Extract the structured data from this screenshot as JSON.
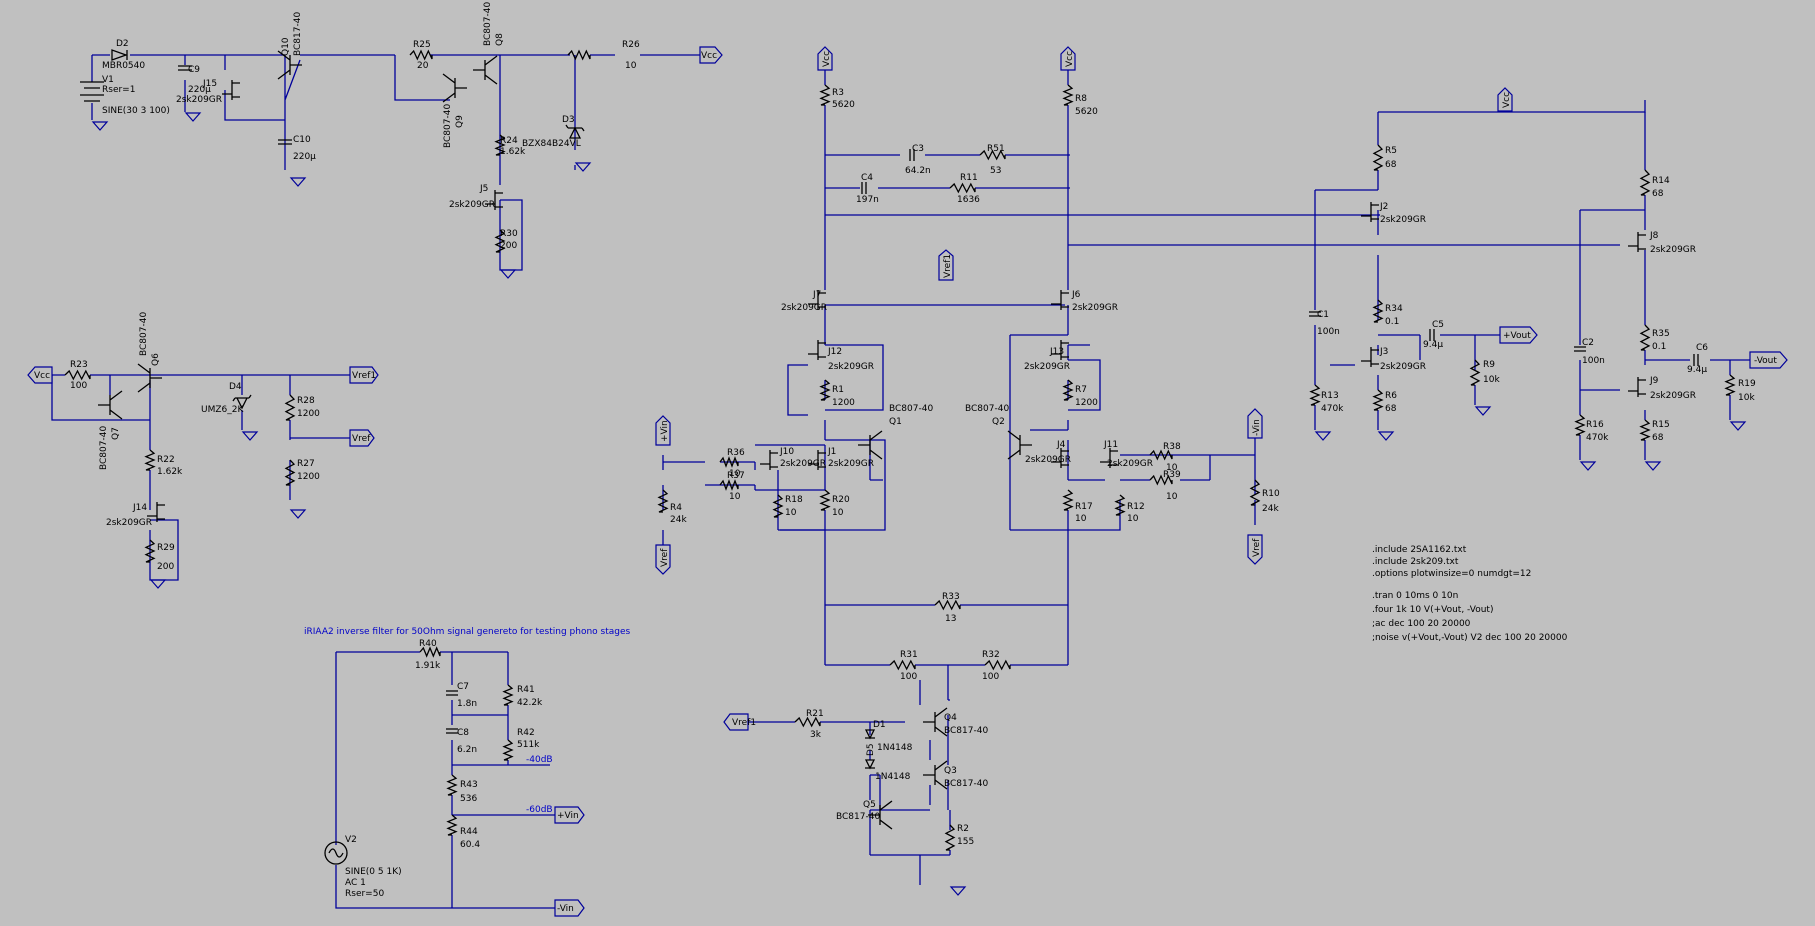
{
  "colors": {
    "background": "#c0c0c0",
    "wire": "#00009a",
    "component": "#000000",
    "annotation": "#0000c8"
  },
  "title_note": "iRIAA2 inverse filter for 50Ohm signal genereto for testing phono stages",
  "directives": [
    ".include 2SA1162.txt",
    ".include 2sk209.txt",
    ".options plotwinsize=0 numdgt=12",
    ".tran 0 10ms 0 10n",
    ".four 1k 10 V(+Vout, -Vout)",
    ";ac dec 100 20 20000",
    ";noise v(+Vout,-Vout) V2 dec 100 20 20000"
  ],
  "nets": {
    "vcc": "Vcc",
    "vref1": "Vref1",
    "vref": "Vref",
    "vin_p": "+Vin",
    "vin_n": "-Vin",
    "vout_p": "+Vout",
    "vout_n": "-Vout",
    "m40": "-40dB",
    "m60": "-60dB"
  },
  "parts": {
    "V1": {
      "ref": "V1",
      "rser": "Rser=1",
      "model": "SINE(30 3 100)"
    },
    "V2": {
      "ref": "V2",
      "model": "SINE(0 5 1K)",
      "ac": "AC 1",
      "rser": "Rser=50"
    },
    "D2": {
      "ref": "D2",
      "val": "MBR0540"
    },
    "D3": {
      "ref": "D3",
      "val": "BZX84B24VL"
    },
    "D4": {
      "ref": "D4",
      "val": "UMZ6_2K"
    },
    "D1": {
      "ref": "D1",
      "val": "1N4148"
    },
    "D5": {
      "ref": "D5",
      "val": "1N4148"
    },
    "C9": {
      "ref": "C9",
      "val": "220µ"
    },
    "C10": {
      "ref": "C10",
      "val": "220µ"
    },
    "C3": {
      "ref": "C3",
      "val": "64.2n"
    },
    "C4": {
      "ref": "C4",
      "val": "197n"
    },
    "C1": {
      "ref": "C1",
      "val": "100n"
    },
    "C2": {
      "ref": "C2",
      "val": "100n"
    },
    "C5": {
      "ref": "C5",
      "val": "9.4µ"
    },
    "C6": {
      "ref": "C6",
      "val": "9.4µ"
    },
    "C7": {
      "ref": "C7",
      "val": "1.8n"
    },
    "C8": {
      "ref": "C8",
      "val": "6.2n"
    },
    "Q10": {
      "ref": "Q10",
      "val": "BC817-40"
    },
    "Q8": {
      "ref": "Q8",
      "val": "BC807-40"
    },
    "Q9": {
      "ref": "Q9",
      "val": "BC807-40"
    },
    "Q6": {
      "ref": "Q6",
      "val": "BC807-40"
    },
    "Q7": {
      "ref": "Q7",
      "val": "BC807-40"
    },
    "Q1": {
      "ref": "Q1",
      "val": "BC807-40"
    },
    "Q2": {
      "ref": "Q2",
      "val": "BC807-40"
    },
    "Q3": {
      "ref": "Q3",
      "val": "BC817-40"
    },
    "Q4": {
      "ref": "Q4",
      "val": "BC817-40"
    },
    "Q5": {
      "ref": "Q5",
      "val": "BC817-40"
    },
    "J15": {
      "ref": "J15",
      "val": "2sk209GR"
    },
    "J5": {
      "ref": "J5",
      "val": "2sk209GR"
    },
    "J14": {
      "ref": "J14",
      "val": "2sk209GR"
    },
    "J7": {
      "ref": "J7",
      "val": "2sk209GR"
    },
    "J6": {
      "ref": "J6",
      "val": "2sk209GR"
    },
    "J12": {
      "ref": "J12",
      "val": "2sk209GR"
    },
    "J13": {
      "ref": "J13",
      "val": "2sk209GR"
    },
    "J10": {
      "ref": "J10",
      "val": "2sk209GR"
    },
    "J1": {
      "ref": "J1",
      "val": "2sk209GR"
    },
    "J4": {
      "ref": "J4",
      "val": "2sk209GR"
    },
    "J11": {
      "ref": "J11",
      "val": "2sk209GR"
    },
    "J2": {
      "ref": "J2",
      "val": "2sk209GR"
    },
    "J3": {
      "ref": "J3",
      "val": "2sk209GR"
    },
    "J8": {
      "ref": "J8",
      "val": "2sk209GR"
    },
    "J9": {
      "ref": "J9",
      "val": "2sk209GR"
    },
    "R25": {
      "ref": "R25",
      "val": "20"
    },
    "R26": {
      "ref": "R26",
      "val": "10"
    },
    "R24": {
      "ref": "R24",
      "val": "1.62k"
    },
    "R30": {
      "ref": "R30",
      "val": "200"
    },
    "R23": {
      "ref": "R23",
      "val": "100"
    },
    "R22": {
      "ref": "R22",
      "val": "1.62k"
    },
    "R29": {
      "ref": "R29",
      "val": "200"
    },
    "R28": {
      "ref": "R28",
      "val": "1200"
    },
    "R27": {
      "ref": "R27",
      "val": "1200"
    },
    "R3": {
      "ref": "R3",
      "val": "5620"
    },
    "R8": {
      "ref": "R8",
      "val": "5620"
    },
    "R51": {
      "ref": "R51",
      "val": "53"
    },
    "R11": {
      "ref": "R11",
      "val": "1636"
    },
    "R1": {
      "ref": "R1",
      "val": "1200"
    },
    "R7": {
      "ref": "R7",
      "val": "1200"
    },
    "R36": {
      "ref": "R36",
      "val": "10"
    },
    "R37": {
      "ref": "R37",
      "val": "10"
    },
    "R38": {
      "ref": "R38",
      "val": "10"
    },
    "R39": {
      "ref": "R39",
      "val": "10"
    },
    "R4": {
      "ref": "R4",
      "val": "24k"
    },
    "R10": {
      "ref": "R10",
      "val": "24k"
    },
    "R18": {
      "ref": "R18",
      "val": "10"
    },
    "R20": {
      "ref": "R20",
      "val": "10"
    },
    "R17": {
      "ref": "R17",
      "val": "10"
    },
    "R12": {
      "ref": "R12",
      "val": "10"
    },
    "R33": {
      "ref": "R33",
      "val": "13"
    },
    "R31": {
      "ref": "R31",
      "val": "100"
    },
    "R32": {
      "ref": "R32",
      "val": "100"
    },
    "R21": {
      "ref": "R21",
      "val": "3k"
    },
    "R2": {
      "ref": "R2",
      "val": "155"
    },
    "R5": {
      "ref": "R5",
      "val": "68"
    },
    "R14": {
      "ref": "R14",
      "val": "68"
    },
    "R34": {
      "ref": "R34",
      "val": "0.1"
    },
    "R35": {
      "ref": "R35",
      "val": "0.1"
    },
    "R9": {
      "ref": "R9",
      "val": "10k"
    },
    "R19": {
      "ref": "R19",
      "val": "10k"
    },
    "R13": {
      "ref": "R13",
      "val": "470k"
    },
    "R16": {
      "ref": "R16",
      "val": "470k"
    },
    "R6": {
      "ref": "R6",
      "val": "68"
    },
    "R15": {
      "ref": "R15",
      "val": "68"
    },
    "R40": {
      "ref": "R40",
      "val": "1.91k"
    },
    "R41": {
      "ref": "R41",
      "val": "42.2k"
    },
    "R42": {
      "ref": "R42",
      "val": "511k"
    },
    "R43": {
      "ref": "R43",
      "val": "536"
    },
    "R44": {
      "ref": "R44",
      "val": "60.4"
    }
  }
}
